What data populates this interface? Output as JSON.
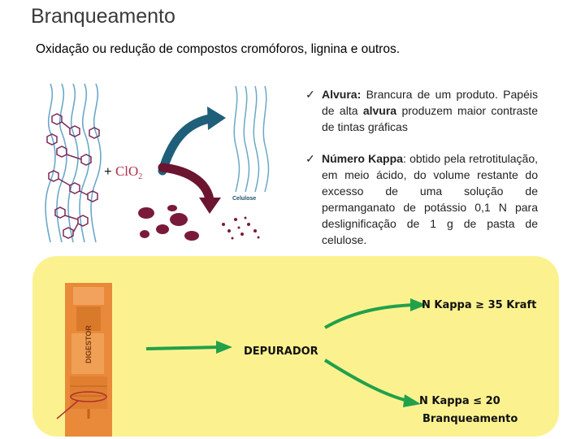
{
  "slide": {
    "title": "Branqueamento",
    "subtitle": "Oxidação ou redução de compostos cromóforos, lignina e outros."
  },
  "illustration": {
    "reagent_label": "+ ClO",
    "reagent_subscript": "2",
    "cellulose_label": "Celulose"
  },
  "bullets": [
    {
      "term": "Alvura:",
      "text_before": " Brancura de um produto. Papéis de alta ",
      "keyword": "alvura",
      "text_after": " produzem maior contraste de tintas gráficas"
    },
    {
      "term": "Número Kappa",
      "text_before": ": obtido pela retrotitulação, em meio ácido, do volume restante do excesso de uma solução de permanganato de potássio 0,1 N para deslignificação de 1 g de pasta de celulose.",
      "keyword": "",
      "text_after": ""
    }
  ],
  "flow": {
    "digester_label": "DIGESTOR",
    "center_label": "DEPURADOR",
    "top_label": "N Kappa ≥ 35 Kraft",
    "bottom_label_line1": "N Kappa ≤ 20",
    "bottom_label_line2": "Branqueamento"
  },
  "colors": {
    "panel_bg": "#fbf28f",
    "arrow_green": "#22a04a",
    "arrow_blue": "#1f5f7a",
    "arrow_maroon": "#6b1530",
    "fiber_blue": "#6aa8c8",
    "lignin_purple": "#7a2a5a"
  }
}
